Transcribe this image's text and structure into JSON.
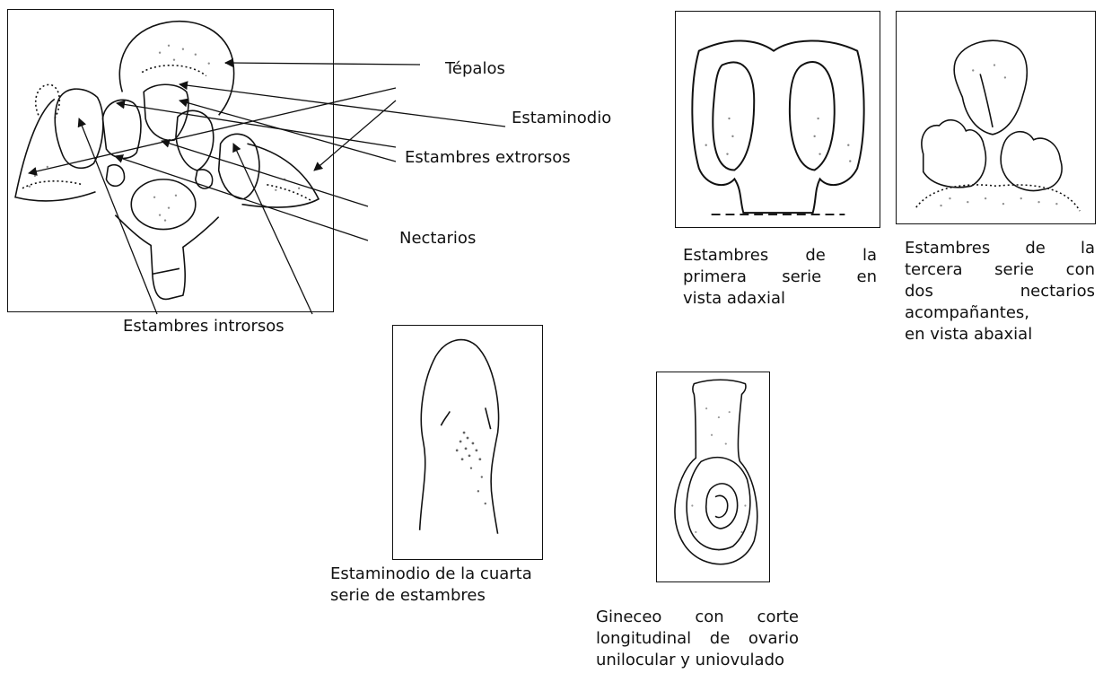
{
  "labels": {
    "tepalos": "Tépalos",
    "estaminodio": "Estaminodio",
    "estambres_extrorsos": "Estambres extrorsos",
    "nectarios": "Nectarios",
    "estambres_introrsos": "Estambres introrsos"
  },
  "captions": {
    "primera_serie": [
      "Estambres de la",
      "primera serie en",
      "vista adaxial"
    ],
    "tercera_serie": [
      "Estambres de la",
      "tercera serie con",
      "dos nectarios",
      "acompañantes,",
      "en vista abaxial"
    ],
    "cuarta_serie": [
      "Estaminodio de la cuarta",
      "serie de estambres"
    ],
    "gineceo": [
      "Gineceo con corte",
      "longitudinal de ovario",
      "unilocular y uniovulado"
    ]
  },
  "colors": {
    "line": "#111111",
    "stipple": "#333333"
  }
}
